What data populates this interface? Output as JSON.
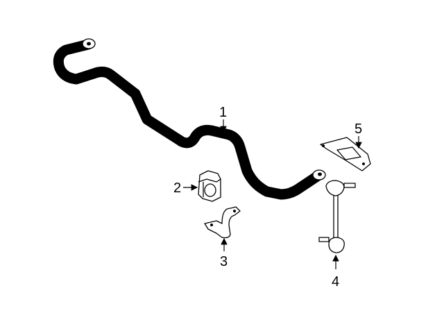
{
  "diagram": {
    "callouts": [
      {
        "number": "1",
        "part": "stabilizer-bar"
      },
      {
        "number": "2",
        "part": "bushing"
      },
      {
        "number": "3",
        "part": "bushing-bracket"
      },
      {
        "number": "4",
        "part": "stabilizer-link"
      },
      {
        "number": "5",
        "part": "mount-bracket"
      }
    ],
    "colors": {
      "line": "#000000",
      "background": "#ffffff"
    }
  }
}
